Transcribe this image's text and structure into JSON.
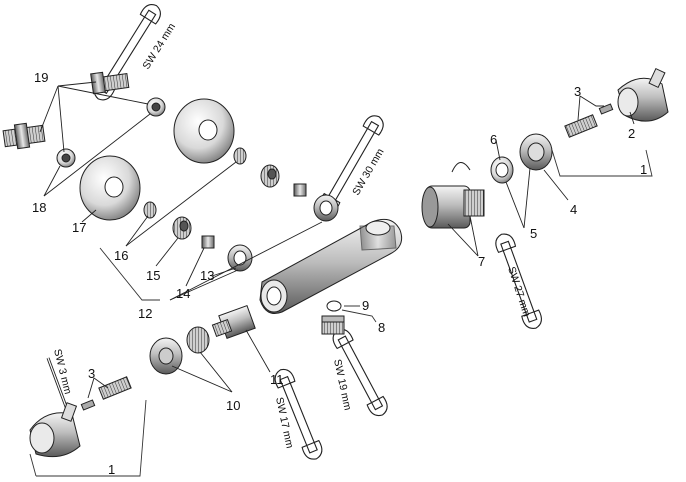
{
  "part_labels": {
    "p1_right": "1",
    "p1_left": "1",
    "p2": "2",
    "p3_right": "3",
    "p3_left": "3",
    "p4": "4",
    "p5": "5",
    "p6": "6",
    "p7": "7",
    "p8": "8",
    "p9": "9",
    "p10": "10",
    "p11": "11",
    "p12": "12",
    "p13": "13",
    "p14": "14",
    "p15": "15",
    "p16": "16",
    "p17": "17",
    "p18": "18",
    "p19": "19"
  },
  "tool_labels": {
    "sw24": "SW 24 mm",
    "sw30": "SW 30 mm",
    "sw27": "SW 27 mm",
    "sw19": "SW 19 mm",
    "sw17": "SW 17 mm",
    "sw3": "SW 3 mm"
  }
}
